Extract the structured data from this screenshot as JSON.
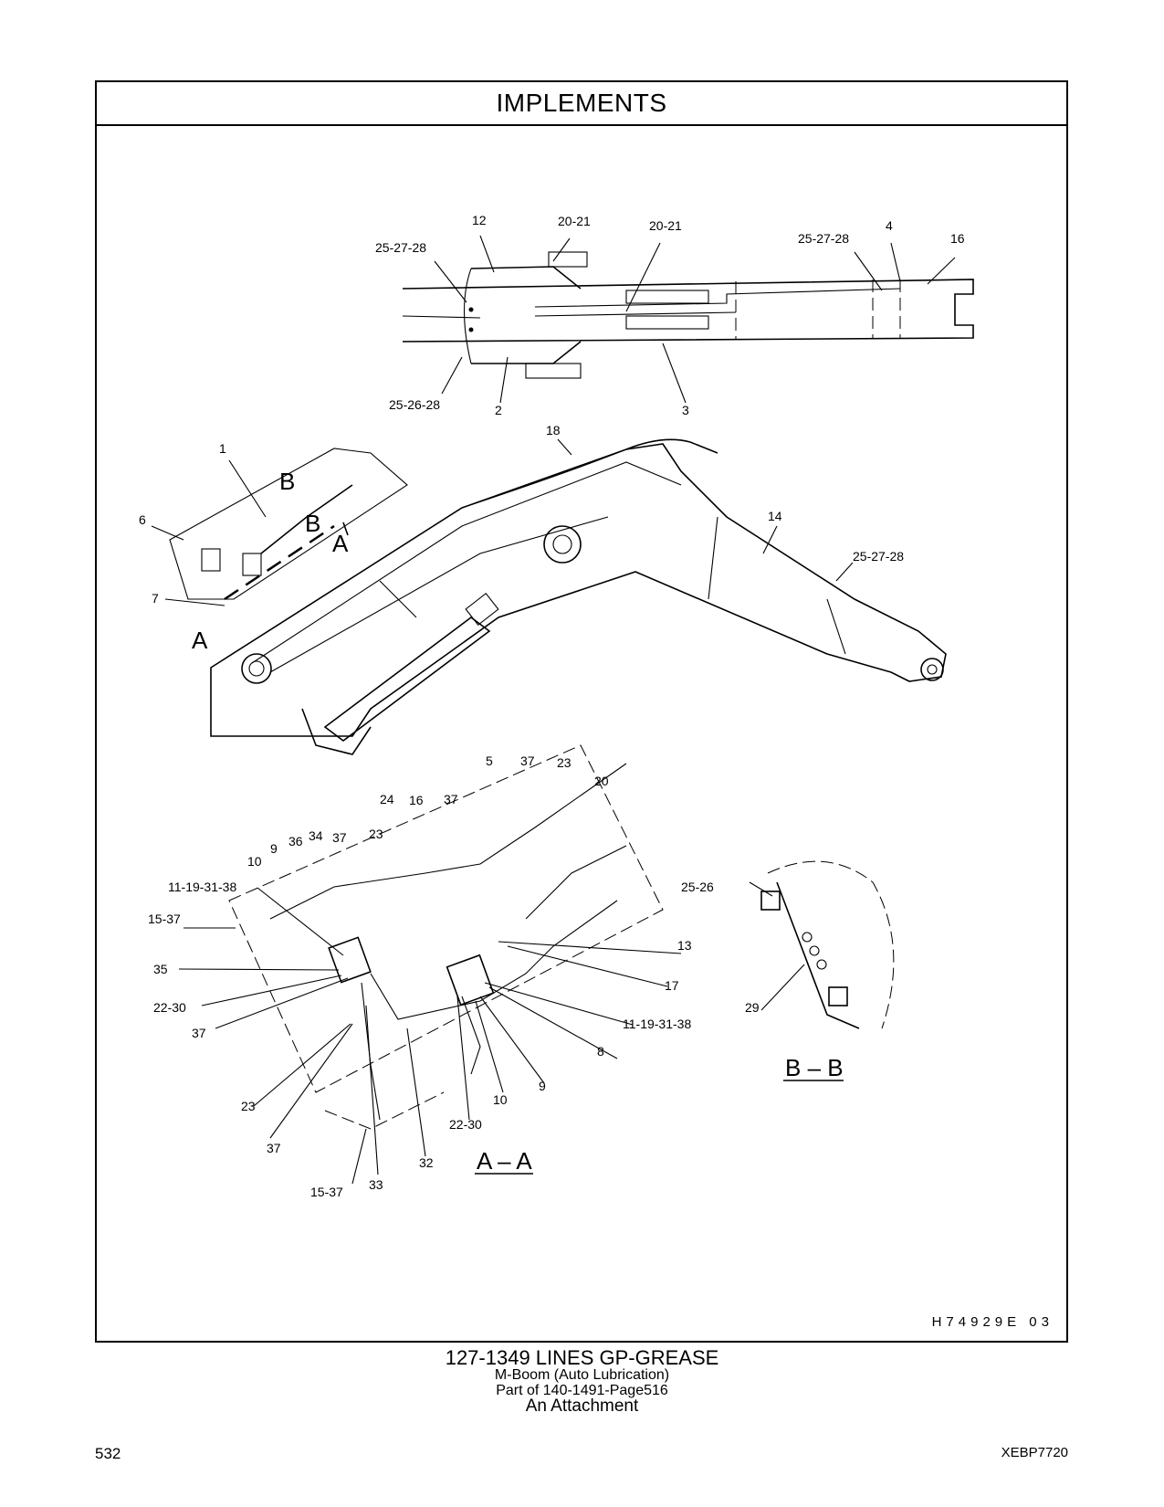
{
  "header": {
    "title": "IMPLEMENTS"
  },
  "drawing": {
    "code": "H74929E   03",
    "top_view_labels": [
      "12",
      "20-21",
      "20-21",
      "25-27-28",
      "25-27-28",
      "4",
      "16",
      "25-26-28",
      "2",
      "3"
    ],
    "boom_labels": [
      "1",
      "B",
      "B",
      "6",
      "A",
      "7",
      "A",
      "18",
      "14",
      "25-27-28"
    ],
    "section_aa_labels": [
      "5",
      "37",
      "23",
      "20",
      "24",
      "16",
      "37",
      "9",
      "36",
      "34",
      "37",
      "23",
      "10",
      "11-19-31-38",
      "15-37",
      "35",
      "22-30",
      "37",
      "13",
      "17",
      "11-19-31-38",
      "8",
      "9",
      "10",
      "22-30",
      "23",
      "37",
      "32",
      "33",
      "15-37"
    ],
    "section_bb_labels": [
      "25-26",
      "29"
    ],
    "section_aa_title": "A – A",
    "section_bb_title": "B – B"
  },
  "caption": {
    "title": "127-1349   LINES  GP-GREASE",
    "line1": "M-Boom (Auto  Lubrication)",
    "line2": "Part of 140-1491-Page516",
    "line3": "An Attachment"
  },
  "footer": {
    "page_number": "532",
    "doc_id": "XEBP7720"
  }
}
